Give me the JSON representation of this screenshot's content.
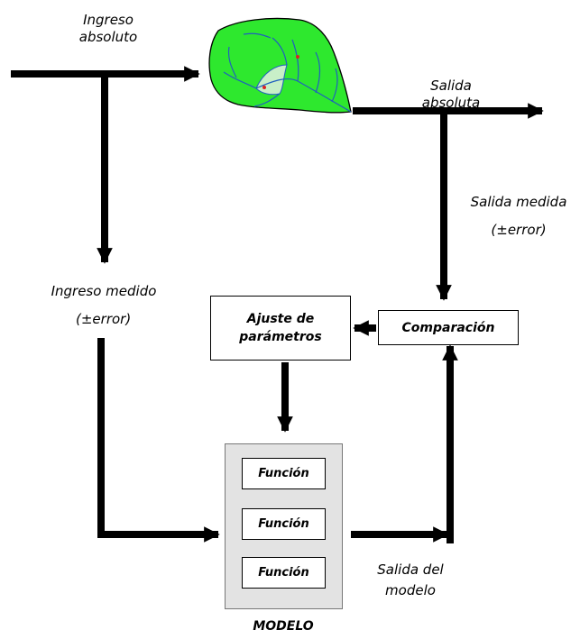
{
  "labels": {
    "ingreso_absoluto": [
      "Ingreso",
      "absoluto"
    ],
    "salida_absoluta": [
      "Salida",
      "absoluta"
    ],
    "salida_medida": "Salida medida",
    "salida_medida_error": "(±error)",
    "ingreso_medido": "Ingreso medido",
    "ingreso_medido_error": "(±error)",
    "salida_modelo": [
      "Salida del",
      "modelo"
    ],
    "modelo": "MODELO"
  },
  "boxes": {
    "ajuste": [
      "Ajuste de",
      "parámetros"
    ],
    "comparacion": "Comparación",
    "funciones": [
      "Función",
      "Función",
      "Función"
    ]
  },
  "colors": {
    "arrow": "#000000",
    "watershed_fill": "#2ee82e",
    "watershed_stream": "#1f5fbf",
    "watershed_patch": "#c8efc8",
    "model_bg": "#e3e3e3"
  },
  "icons": {
    "watershed": "watershed-map-icon"
  }
}
